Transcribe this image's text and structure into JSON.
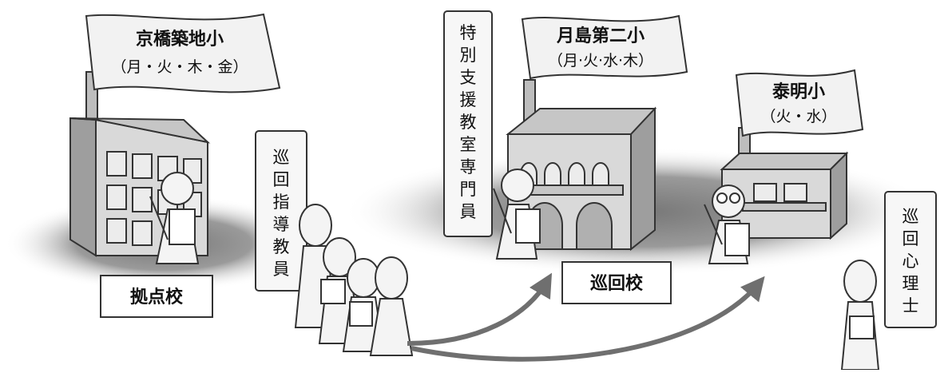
{
  "schools": {
    "kyobashi": {
      "name": "京橋築地小",
      "days": "（月・火・木・金）"
    },
    "tsukishima": {
      "name": "月島第二小",
      "days": "（月·火·水·木）"
    },
    "taimei": {
      "name": "泰明小",
      "days": "（火・水）"
    }
  },
  "scrolls": {
    "itinerant_teacher": [
      "巡",
      "回",
      "指",
      "導",
      "教",
      "員"
    ],
    "special_support": [
      "特",
      "別",
      "支",
      "援",
      "教",
      "室",
      "専",
      "門",
      "員"
    ],
    "itinerant_psych": [
      "巡",
      "回",
      "心",
      "理",
      "士"
    ]
  },
  "labels": {
    "base_school": "拠点校",
    "itinerant_school": "巡回校"
  },
  "colors": {
    "building_light": "#d8d8d8",
    "building_mid": "#bdbdbd",
    "building_dark": "#9a9a9a",
    "arrow": "#6f6f6f",
    "outline": "#333333"
  }
}
